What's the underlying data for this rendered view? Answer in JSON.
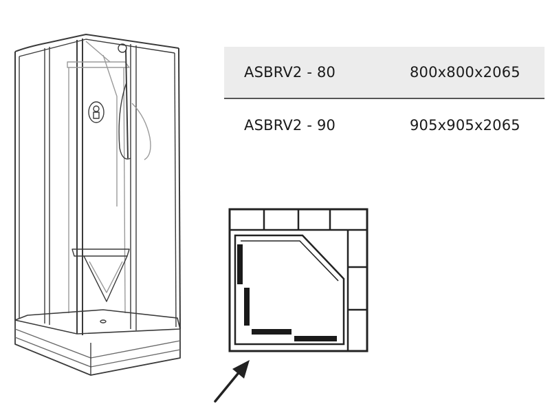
{
  "products": [
    {
      "model": "ASBRV2 - 80",
      "dimensions": "800x800x2065",
      "shaded": true
    },
    {
      "model": "ASBRV2 - 90",
      "dimensions": "905x905x2065",
      "shaded": false
    }
  ],
  "icons": {
    "cabin": "shower-cabin-illustration",
    "plan": "floor-plan-icon",
    "arrow": "arrow-up-right-icon"
  },
  "colors": {
    "line": "#2a2a2a",
    "row_shade": "#ececec"
  }
}
